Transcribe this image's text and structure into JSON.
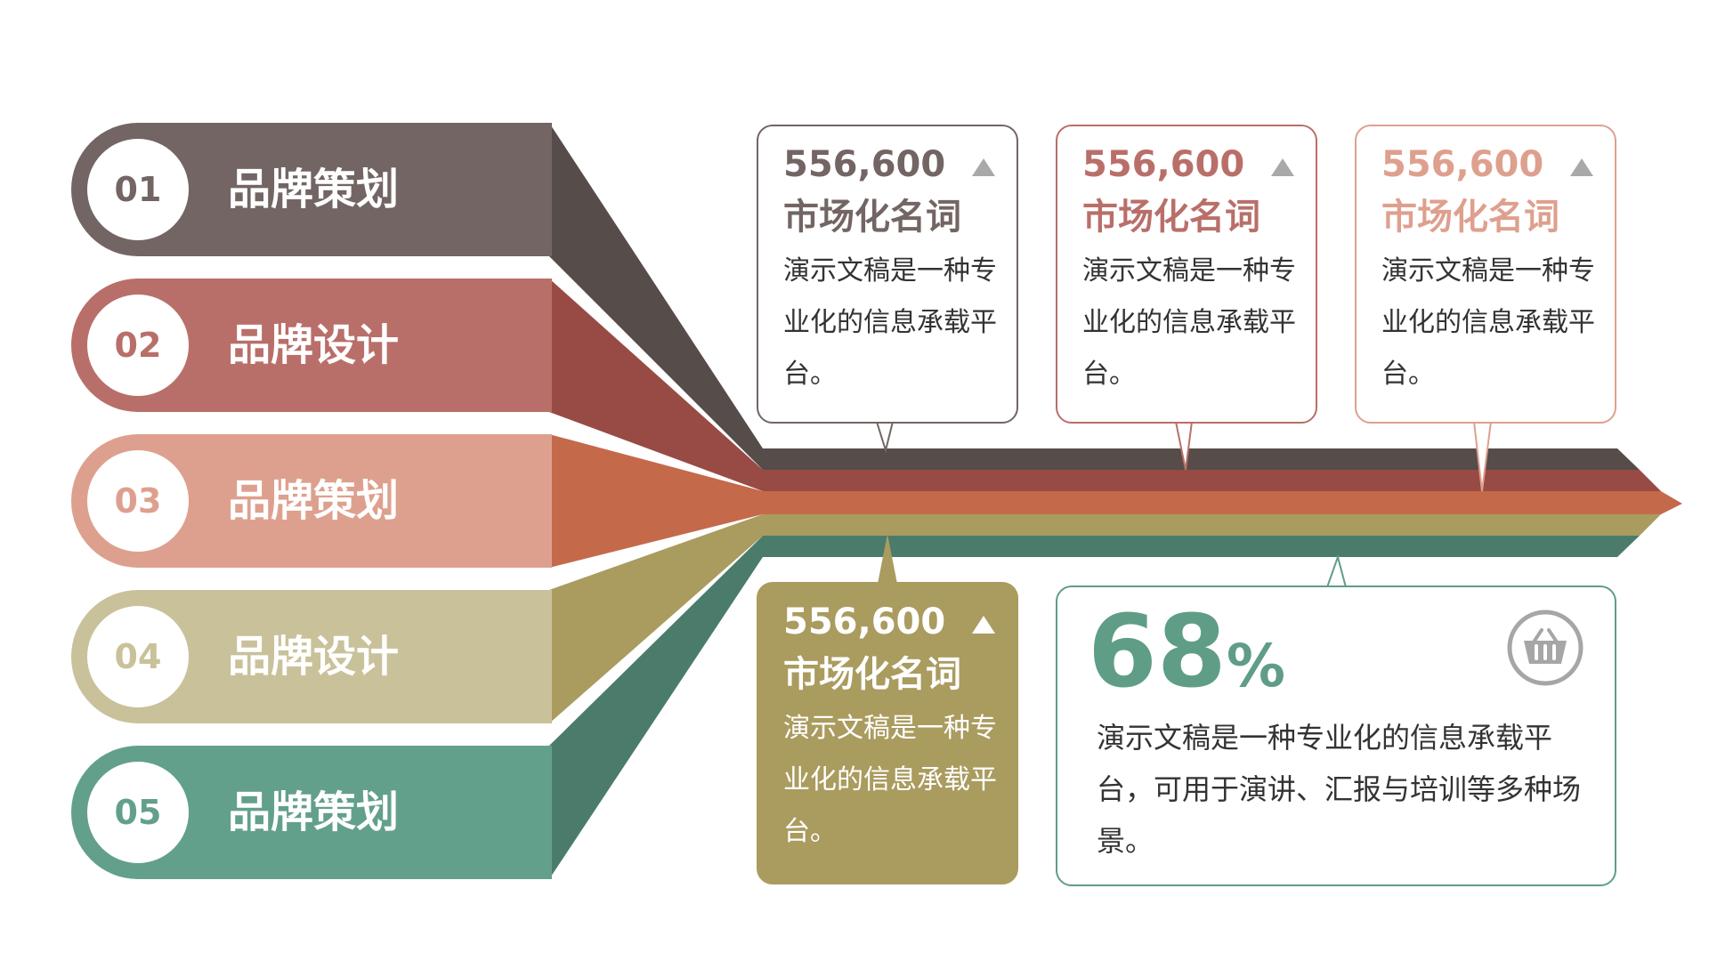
{
  "colors": {
    "brown": "#726563",
    "brown_dark": "#564c4a",
    "red": "#b96f69",
    "red_dark": "#984b44",
    "salmon": "#dea08e",
    "salmon_dark": "#c5694b",
    "khaki": "#c9c19a",
    "olive": "#aa9b5f",
    "teal": "#63a08b",
    "teal_dark": "#4b7c6b"
  },
  "steps": [
    {
      "number": "01",
      "title": "品牌策划"
    },
    {
      "number": "02",
      "title": "品牌设计"
    },
    {
      "number": "03",
      "title": "品牌策划"
    },
    {
      "number": "04",
      "title": "品牌设计"
    },
    {
      "number": "05",
      "title": "品牌策划"
    }
  ],
  "cards": [
    {
      "value": "556,600",
      "term": "市场化名词",
      "description": "演示文稿是一种专业化的信息承载平台。",
      "trend_icon": "triangle-up-icon"
    },
    {
      "value": "556,600",
      "term": "市场化名词",
      "description": "演示文稿是一种专业化的信息承载平台。",
      "trend_icon": "triangle-up-icon"
    },
    {
      "value": "556,600",
      "term": "市场化名词",
      "description": "演示文稿是一种专业化的信息承载平台。",
      "trend_icon": "triangle-up-icon"
    },
    {
      "value": "556,600",
      "term": "市场化名词",
      "description": "演示文稿是一种专业化的信息承载平台。",
      "trend_icon": "triangle-up-icon"
    }
  ],
  "stat": {
    "number": "68",
    "symbol": "%",
    "description": "演示文稿是一种专业化的信息承载平台，可用于演讲、汇报与培训等多种场景。",
    "icon": "shopping-basket-icon"
  }
}
